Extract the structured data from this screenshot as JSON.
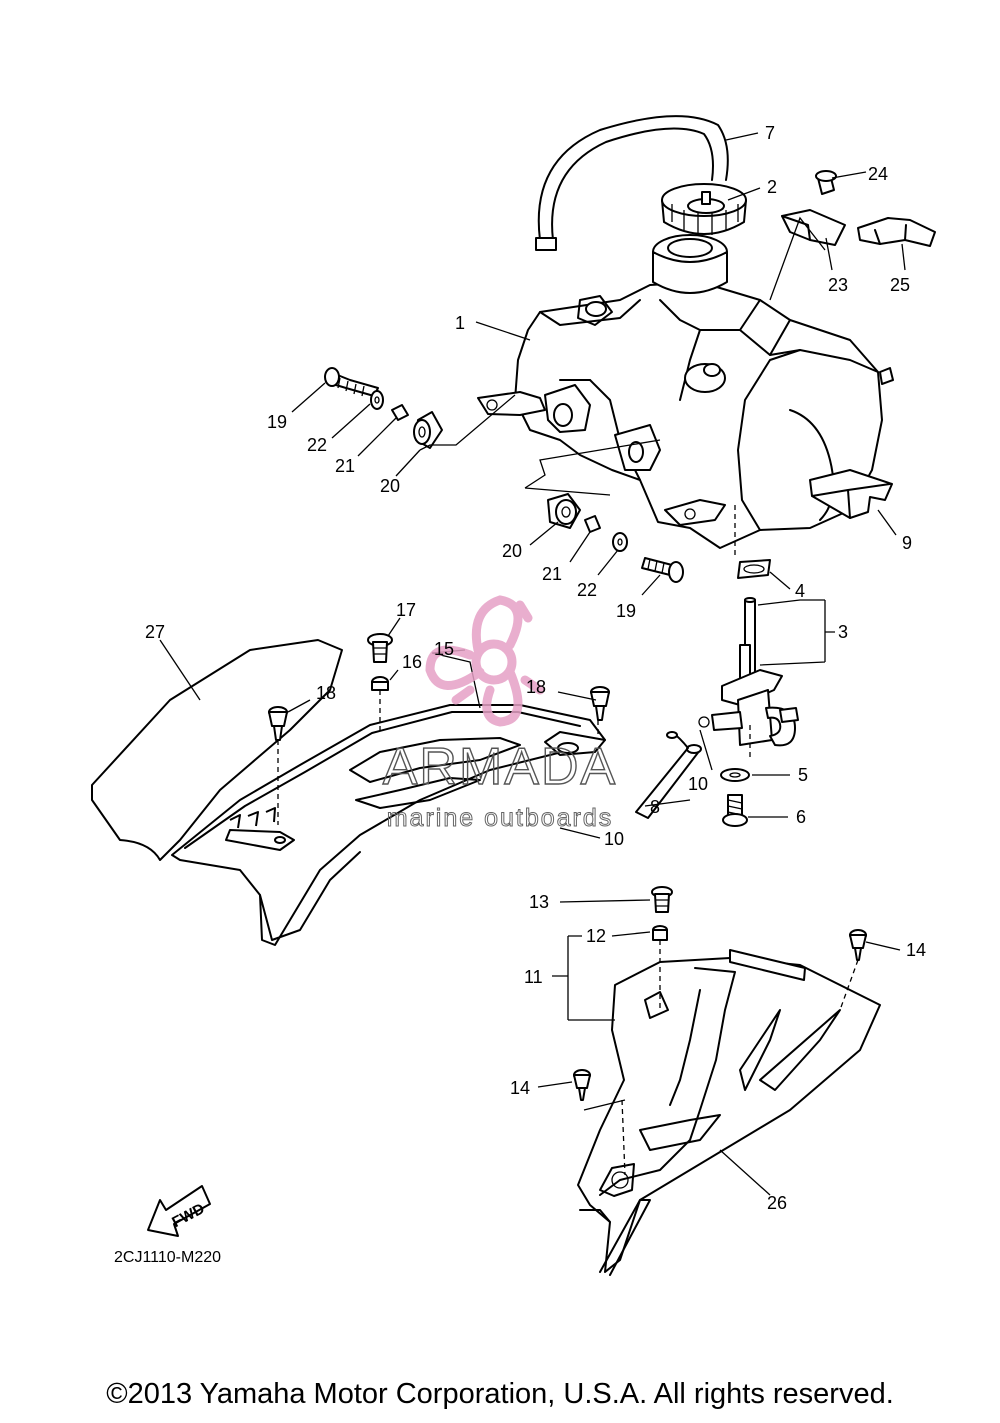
{
  "diagram": {
    "code": "2CJ1110-M220",
    "fwd_label": "FWD",
    "callouts": [
      {
        "id": "c1",
        "text": "1"
      },
      {
        "id": "c2",
        "text": "2"
      },
      {
        "id": "c3",
        "text": "3"
      },
      {
        "id": "c4",
        "text": "4"
      },
      {
        "id": "c5",
        "text": "5"
      },
      {
        "id": "c6",
        "text": "6"
      },
      {
        "id": "c7",
        "text": "7"
      },
      {
        "id": "c8",
        "text": "8"
      },
      {
        "id": "c9",
        "text": "9"
      },
      {
        "id": "c10a",
        "text": "10"
      },
      {
        "id": "c10b",
        "text": "10"
      },
      {
        "id": "c11",
        "text": "11"
      },
      {
        "id": "c12",
        "text": "12"
      },
      {
        "id": "c13",
        "text": "13"
      },
      {
        "id": "c14a",
        "text": "14"
      },
      {
        "id": "c14b",
        "text": "14"
      },
      {
        "id": "c15",
        "text": "15"
      },
      {
        "id": "c16",
        "text": "16"
      },
      {
        "id": "c17",
        "text": "17"
      },
      {
        "id": "c18a",
        "text": "18"
      },
      {
        "id": "c18b",
        "text": "18"
      },
      {
        "id": "c19a",
        "text": "19"
      },
      {
        "id": "c19b",
        "text": "19"
      },
      {
        "id": "c20a",
        "text": "20"
      },
      {
        "id": "c20b",
        "text": "20"
      },
      {
        "id": "c21a",
        "text": "21"
      },
      {
        "id": "c21b",
        "text": "21"
      },
      {
        "id": "c22a",
        "text": "22"
      },
      {
        "id": "c22b",
        "text": "22"
      },
      {
        "id": "c23",
        "text": "23"
      },
      {
        "id": "c24",
        "text": "24"
      },
      {
        "id": "c25",
        "text": "25"
      },
      {
        "id": "c26",
        "text": "26"
      },
      {
        "id": "c27",
        "text": "27"
      }
    ]
  },
  "watermark": {
    "brand": "ARMADA",
    "tagline": "marine outboards",
    "logo_color": "#e6a1c6"
  },
  "copyright": "©2013 Yamaha Motor Corporation, U.S.A. All rights reserved."
}
